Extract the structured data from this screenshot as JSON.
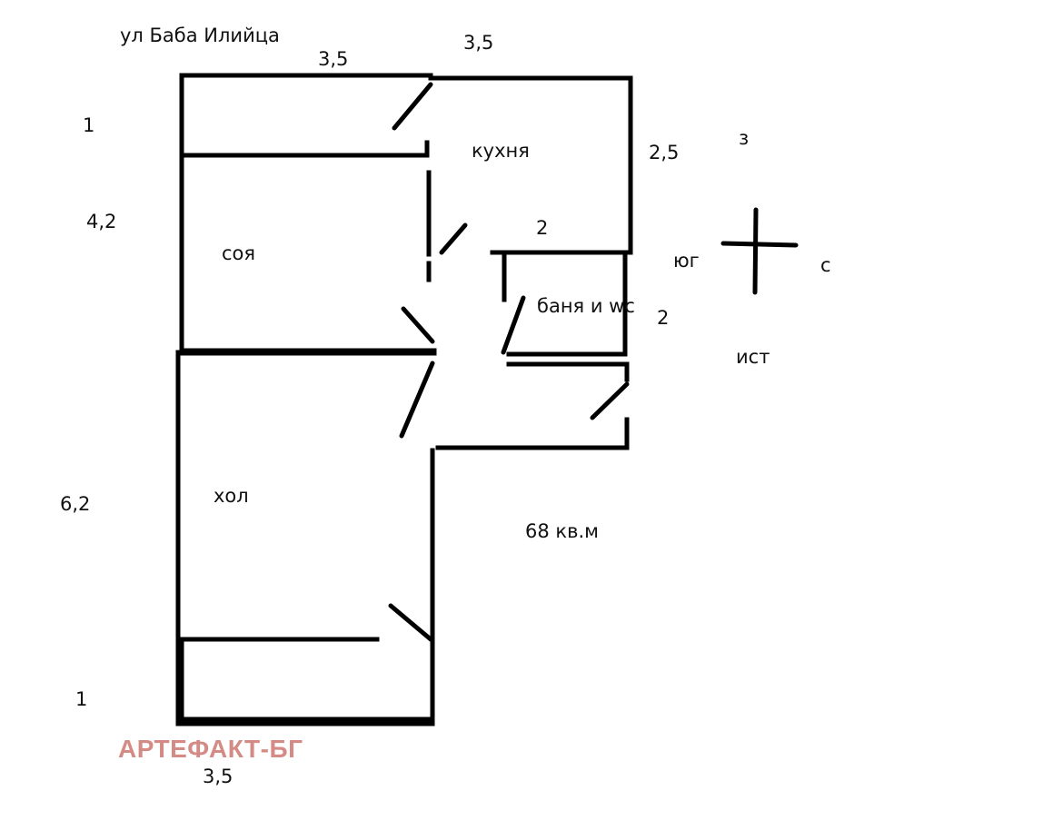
{
  "street": "ул Баба Илийца",
  "rooms": {
    "kitchen": "кухня",
    "bedroom": "соя",
    "bathroom": "баня и wc",
    "living": "хол"
  },
  "area": "68 кв.м",
  "dimensions": {
    "top_left_width": "3,5",
    "top_right_width": "3,5",
    "balcony_top": "1",
    "bedroom_depth": "4,2",
    "kitchen_depth": "2,5",
    "bathroom_width": "2",
    "bathroom_depth": "2",
    "living_depth": "6,2",
    "balcony_bottom": "1",
    "bottom_width": "3,5"
  },
  "compass": {
    "north": "з",
    "south": "юг",
    "west": "с",
    "east": "ист"
  },
  "watermark": "АРТЕФАКТ-БГ",
  "colors": {
    "wall": "#000000",
    "text": "#111111",
    "watermark": "#d48a85"
  }
}
